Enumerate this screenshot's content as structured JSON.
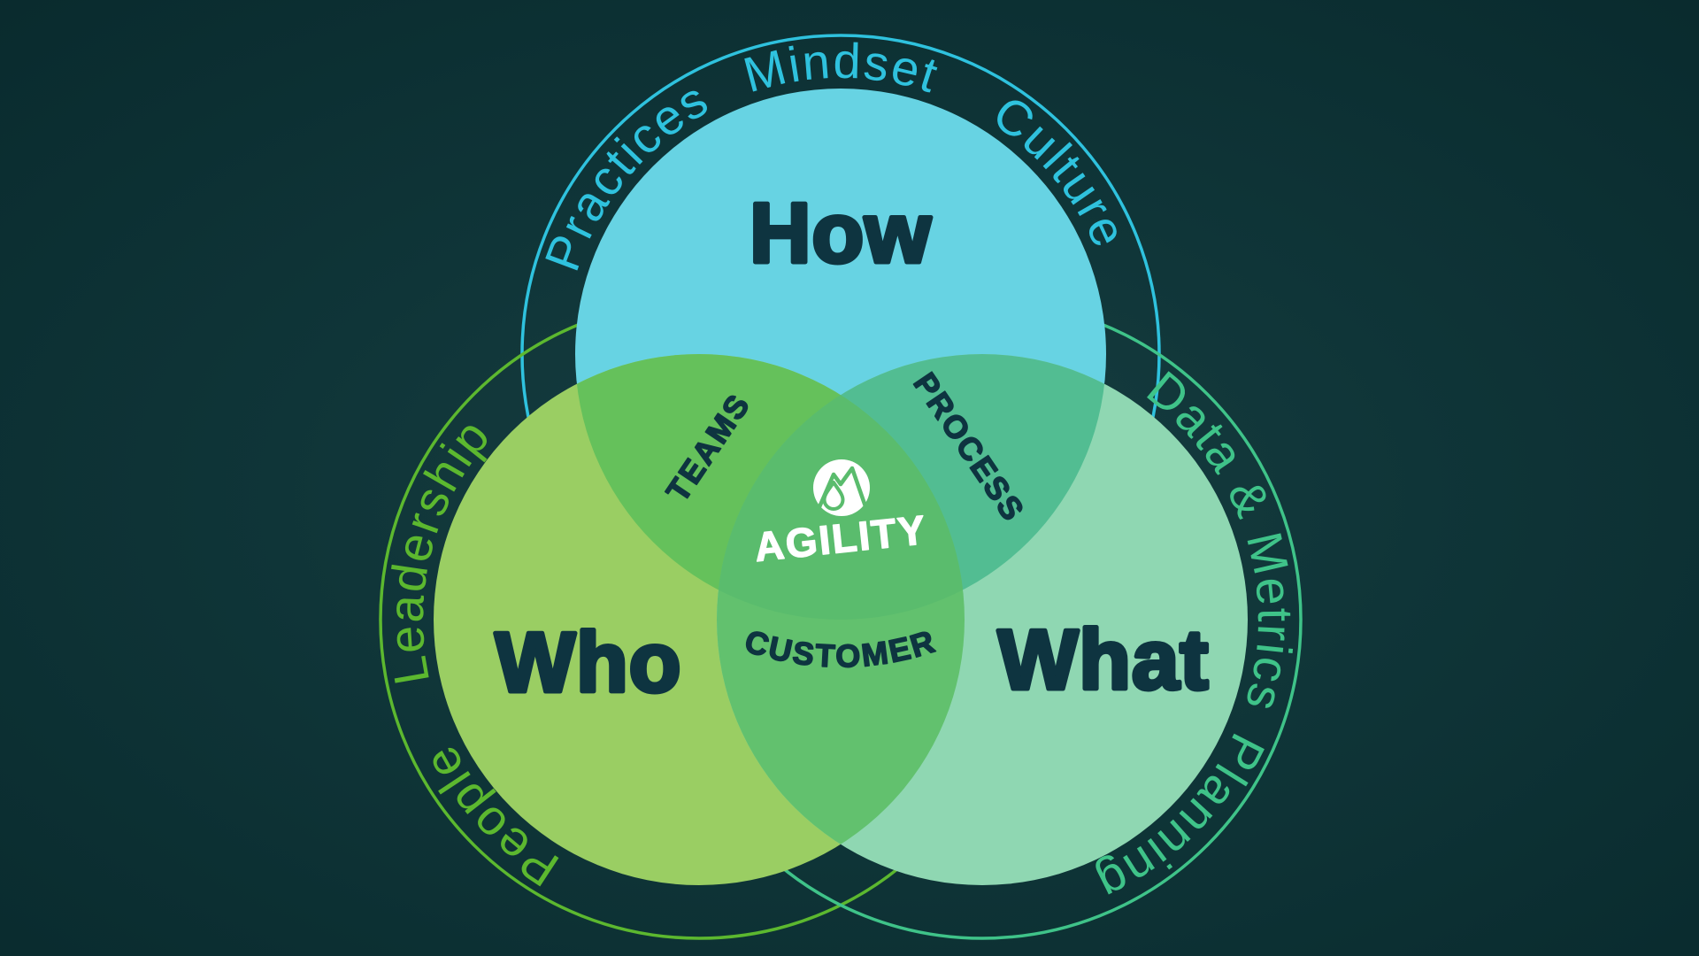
{
  "page": {
    "title": "Agility Venn Diagram"
  },
  "colors": {
    "background_center": "#183e41",
    "background_edge": "#092a2d",
    "how_fill": "#67d3e3",
    "who_fill": "#9ace63",
    "what_fill": "#8fd7b2",
    "how_who_overlap": "#65c15b",
    "how_what_overlap": "#52bd92",
    "who_what_overlap": "#62c16e",
    "triple_overlap": "#5abc6d",
    "how_ring": "#2fc2de",
    "who_ring": "#5cb82f",
    "what_ring": "#3fc389",
    "dark_text": "#0e3440",
    "white": "#ffffff"
  },
  "venn": {
    "circle_labels": {
      "how": "How",
      "who": "Who",
      "what": "What"
    },
    "intersection_labels": {
      "teams": "TEAMS",
      "process": "PROCESS",
      "customer": "CUSTOMER"
    },
    "center": {
      "brand": "AGILITY",
      "logo": "mountain-droplet-icon"
    },
    "ring_labels": {
      "practices": "Practices",
      "mindset": "Mindset",
      "culture": "Culture",
      "leadership": "Leadership",
      "people": "People",
      "data_metrics": "Data & Metrics",
      "planning": "Planning"
    }
  }
}
